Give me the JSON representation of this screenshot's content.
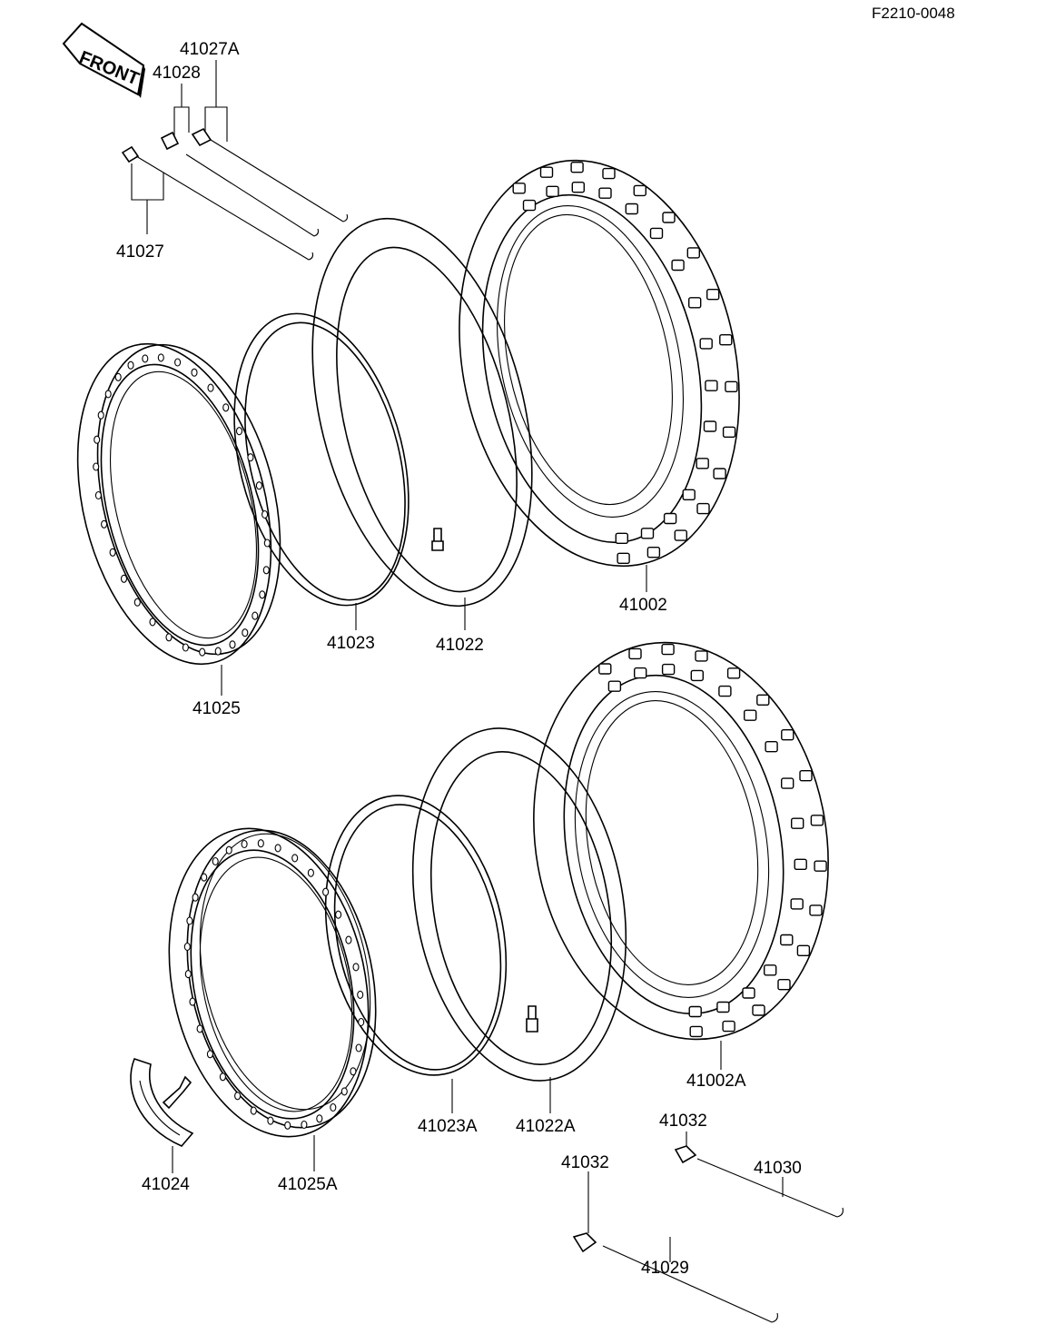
{
  "diagram_code": "F2210-0048",
  "front_sign": "FRONT",
  "labels": {
    "p41027A": "41027A",
    "p41028": "41028",
    "p41027": "41027",
    "p41002": "41002",
    "p41023": "41023",
    "p41022": "41022",
    "p41025": "41025",
    "p41002A": "41002A",
    "p41023A": "41023A",
    "p41022A": "41022A",
    "p41032a": "41032",
    "p41030": "41030",
    "p41032b": "41032",
    "p41024": "41024",
    "p41025A": "41025A",
    "p41029": "41029"
  }
}
